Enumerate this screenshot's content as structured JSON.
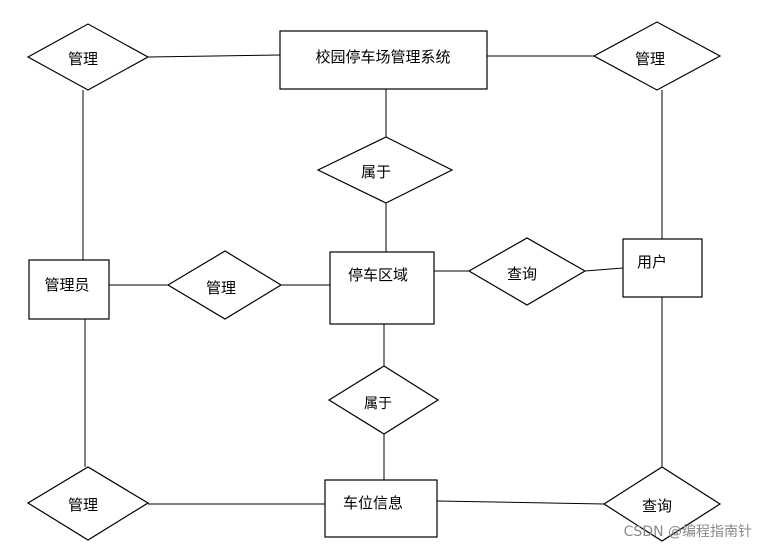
{
  "entities": {
    "system": "校园停车场管理系统",
    "admin": "管理员",
    "zone": "停车区域",
    "user": "用户",
    "spot": "车位信息"
  },
  "relations": {
    "manage_top_left": "管理",
    "manage_top_right": "管理",
    "belongs_top": "属于",
    "manage_mid": "管理",
    "query_mid": "查询",
    "belongs_bottom": "属于",
    "manage_bottom_left": "管理",
    "query_bottom_right": "查询"
  },
  "watermark": "CSDN @编程指南针"
}
